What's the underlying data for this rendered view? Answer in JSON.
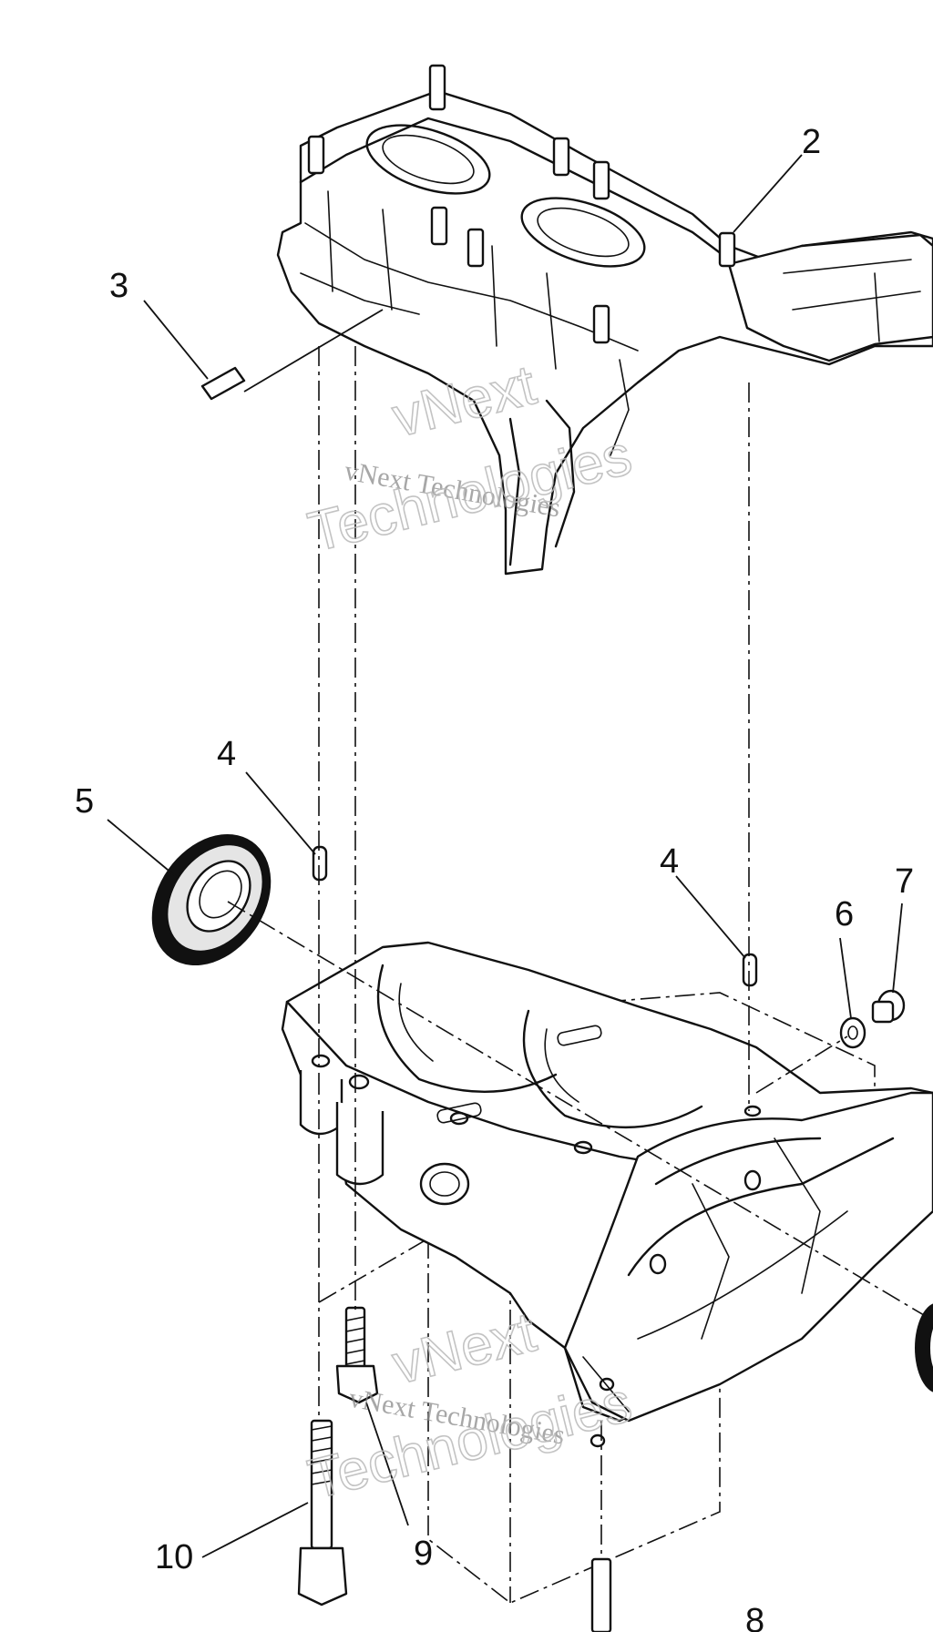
{
  "callouts": [
    {
      "id": "c2",
      "label": "2"
    },
    {
      "id": "c3",
      "label": "3"
    },
    {
      "id": "c4a",
      "label": "4"
    },
    {
      "id": "c4b",
      "label": "4"
    },
    {
      "id": "c5",
      "label": "5"
    },
    {
      "id": "c6",
      "label": "6"
    },
    {
      "id": "c7",
      "label": "7"
    },
    {
      "id": "c8",
      "label": "8"
    },
    {
      "id": "c9",
      "label": "9"
    },
    {
      "id": "c10",
      "label": "10"
    }
  ],
  "watermarks": [
    {
      "brand_top": "vNext",
      "caption": "vNext Technologies",
      "brand_bottom": "Technologies"
    },
    {
      "brand_top": "vNext",
      "caption": "vNext Technologies",
      "brand_bottom": "Technologies"
    }
  ]
}
